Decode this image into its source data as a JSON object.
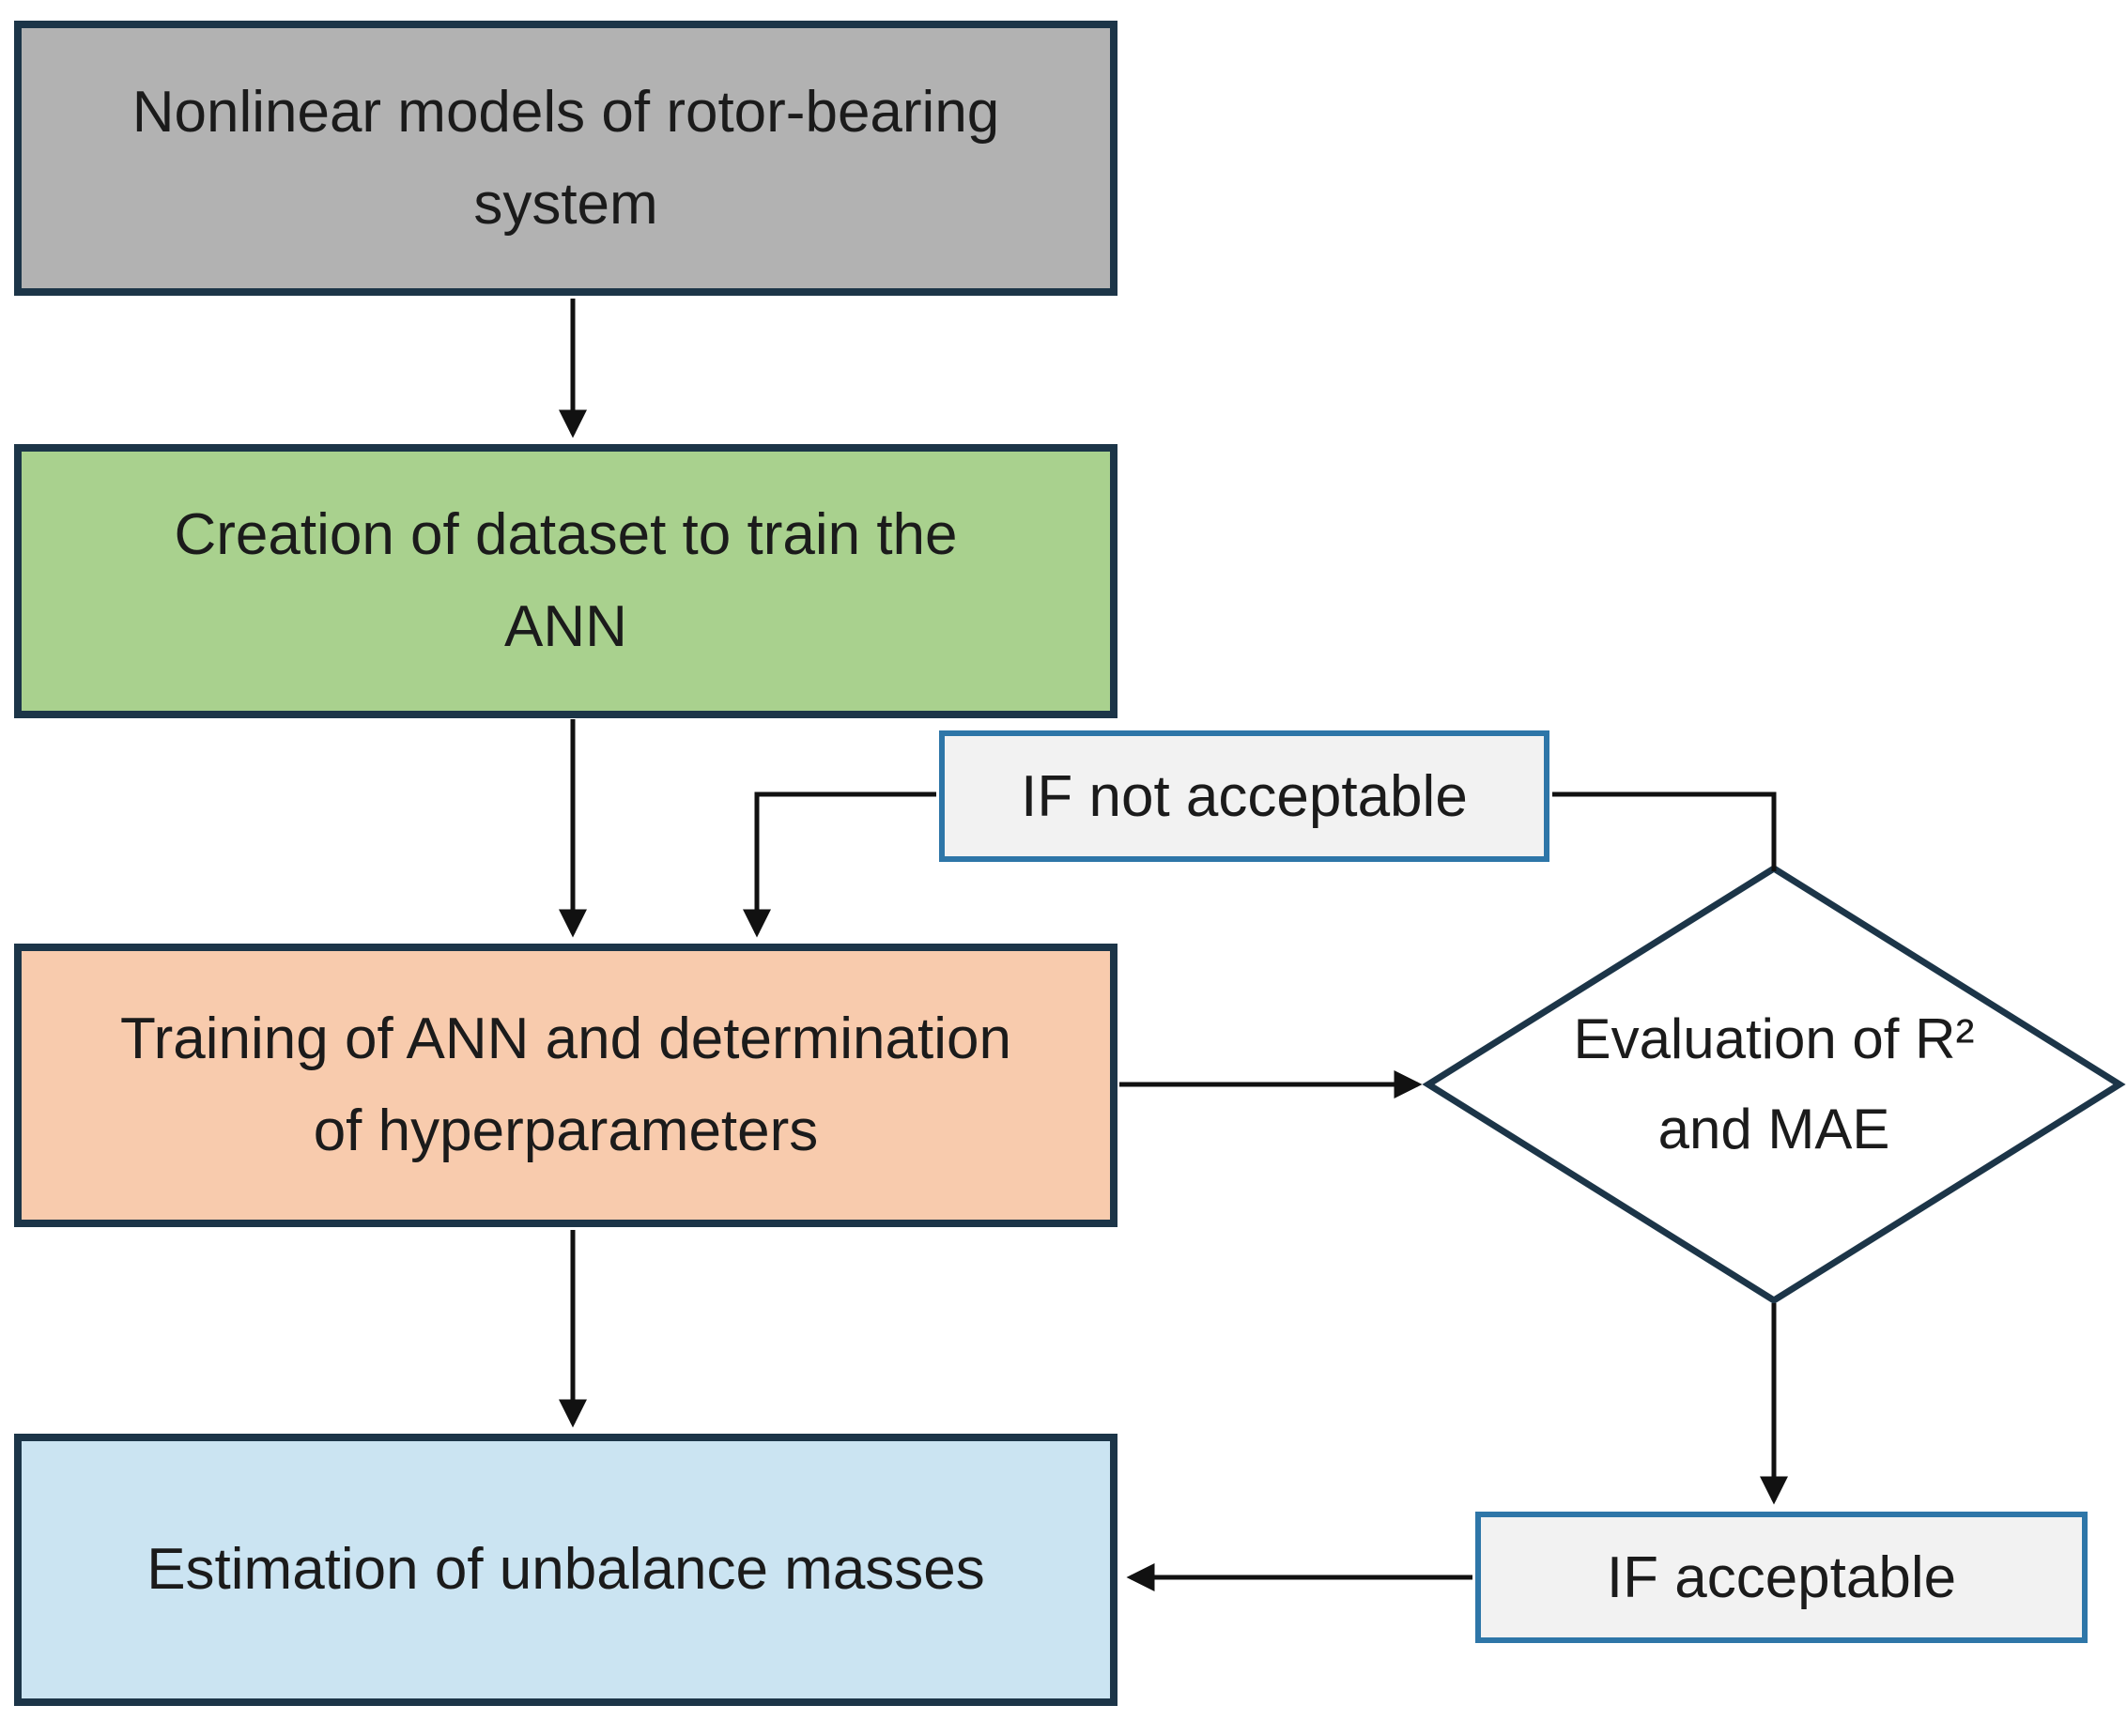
{
  "diagram": {
    "type": "flowchart",
    "nodes": {
      "models": {
        "shape": "rectangle",
        "fill": "#b2b2b2",
        "lines": [
          "Nonlinear models of rotor-bearing",
          "system"
        ]
      },
      "dataset": {
        "shape": "rectangle",
        "fill": "#a9d18e",
        "lines": [
          "Creation of dataset to train the",
          "ANN"
        ]
      },
      "training": {
        "shape": "rectangle",
        "fill": "#f8cbad",
        "lines": [
          "Training of ANN and determination",
          "of hyperparameters"
        ]
      },
      "estimation": {
        "shape": "rectangle",
        "fill": "#cbe4f2",
        "lines": [
          "Estimation of unbalance masses"
        ]
      },
      "evaluation": {
        "shape": "diamond",
        "fill": "#ffffff",
        "lines": [
          "Evaluation of R²",
          "and MAE"
        ]
      }
    },
    "edge_labels": {
      "not_acceptable": {
        "label": "IF not acceptable",
        "fill": "#f2f2f2",
        "border": "#2e76a8"
      },
      "acceptable": {
        "label": "IF acceptable",
        "fill": "#f2f2f2",
        "border": "#2e76a8"
      }
    },
    "edges": [
      {
        "from": "models",
        "to": "dataset",
        "label": ""
      },
      {
        "from": "dataset",
        "to": "training",
        "label": ""
      },
      {
        "from": "training",
        "to": "evaluation",
        "label": ""
      },
      {
        "from": "evaluation",
        "to": "training",
        "label": "IF not acceptable"
      },
      {
        "from": "evaluation",
        "to": "estimation",
        "label": "IF acceptable"
      },
      {
        "from": "training",
        "to": "estimation",
        "label": ""
      }
    ],
    "colors": {
      "background": "#ffffff",
      "node_border": "#1c3548",
      "connector": "#111111",
      "text": "#1b1b1b"
    }
  }
}
